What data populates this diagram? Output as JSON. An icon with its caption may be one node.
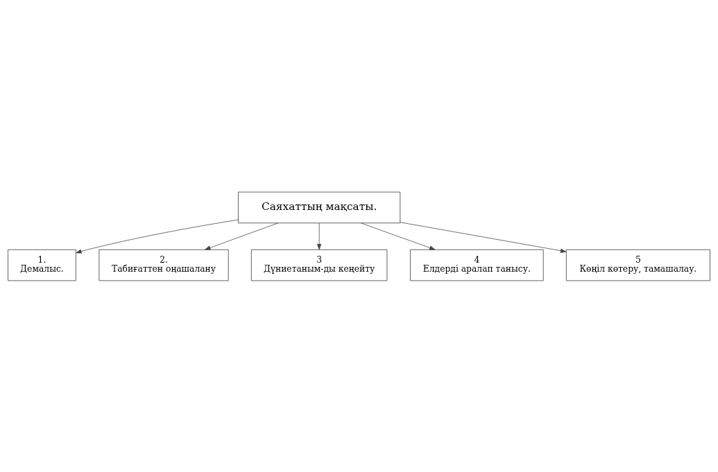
{
  "diagram": {
    "nodes": [
      {
        "text": [
          "Саяхаттың мақсаты."
        ]
      },
      {
        "text": [
          "1.",
          "Демалыс."
        ]
      },
      {
        "text": [
          "2.",
          "Табиғаттен оңашалану"
        ]
      },
      {
        "text": [
          "3",
          "Дүниетаным-ды кеңейту"
        ]
      },
      {
        "text": [
          "4",
          "Елдерді аралап танысу."
        ]
      },
      {
        "text": [
          "5",
          "Көңіл көтеру, тамашалау."
        ]
      }
    ],
    "edges": [
      {
        "from": 0,
        "to": 1,
        "arrow": "to"
      },
      {
        "from": 0,
        "to": 4,
        "arrow": "to"
      },
      {
        "from": 0,
        "to": 2,
        "arrow": "to"
      },
      {
        "from": 0,
        "to": 5,
        "arrow": "to"
      },
      {
        "from": 0,
        "to": 3,
        "arrow": "to"
      }
    ]
  }
}
